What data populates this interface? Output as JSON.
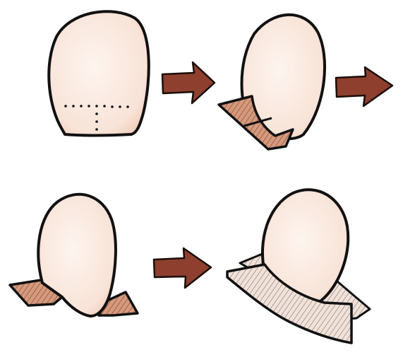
{
  "diagram": {
    "description_visible_text": "",
    "steps": [
      {
        "id": "step-1",
        "kind": "paper-oval-with-fold-lines"
      },
      {
        "id": "step-2",
        "kind": "paper-folded-base"
      },
      {
        "id": "step-3",
        "kind": "paper-with-two-flaps"
      },
      {
        "id": "step-4",
        "kind": "paper-standing-on-base"
      }
    ],
    "arrows": [
      {
        "id": "arrow-1",
        "from": "step-1",
        "to": "step-2"
      },
      {
        "id": "arrow-2",
        "from": "step-2",
        "to": "step-3"
      },
      {
        "id": "arrow-3",
        "from": "step-3",
        "to": "step-4"
      }
    ],
    "colors": {
      "outline": "#111111",
      "paper_fill": "#fbeee6",
      "paper_shade": "#eeb9a0",
      "flap_fill": "#c9876a",
      "flap_hatch": "#8a4b36",
      "arrow_fill": "#8e3f2e"
    }
  }
}
